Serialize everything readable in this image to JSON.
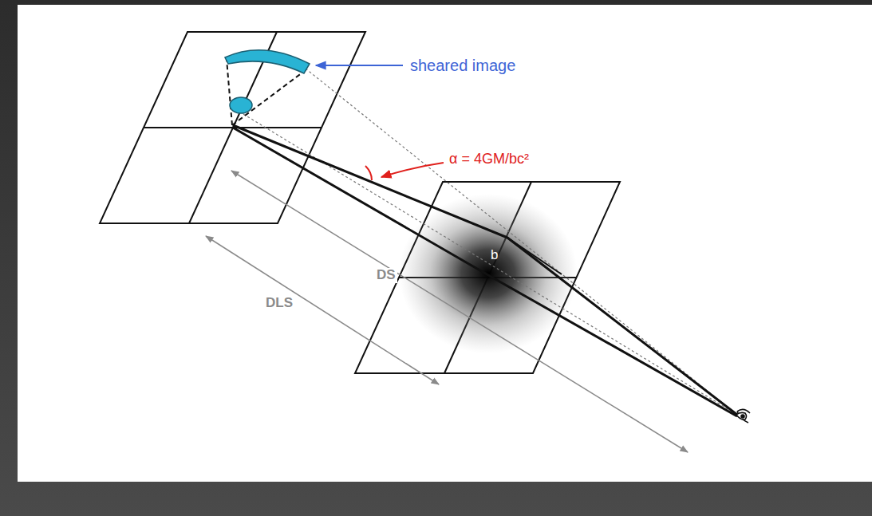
{
  "diagram": {
    "labels": [
      "sheared image",
      "α = 4GM/bc²",
      "b",
      "DS",
      "DLS"
    ]
  }
}
